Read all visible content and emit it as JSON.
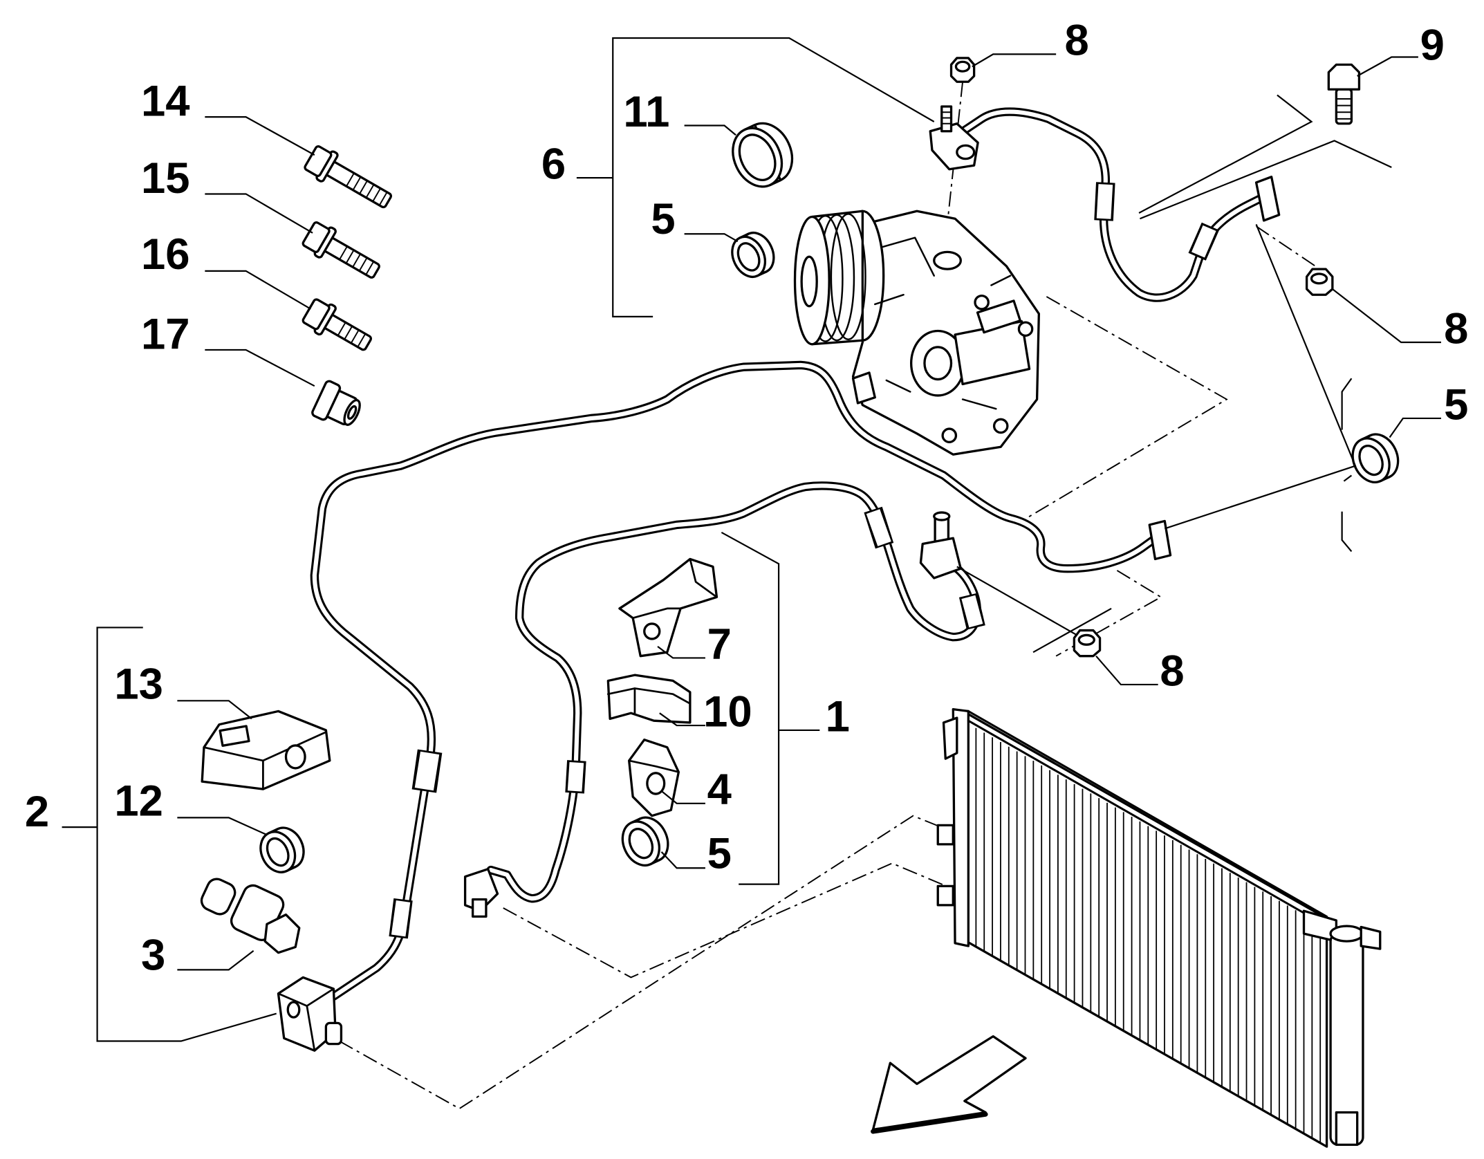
{
  "labels": [
    "14",
    "15",
    "16",
    "17",
    "11",
    "6",
    "5",
    "8",
    "9",
    "8",
    "5",
    "13",
    "12",
    "2",
    "3",
    "7",
    "10",
    "1",
    "4",
    "5",
    "8"
  ],
  "colors": {
    "ink": "#000000",
    "background": "#ffffff"
  }
}
